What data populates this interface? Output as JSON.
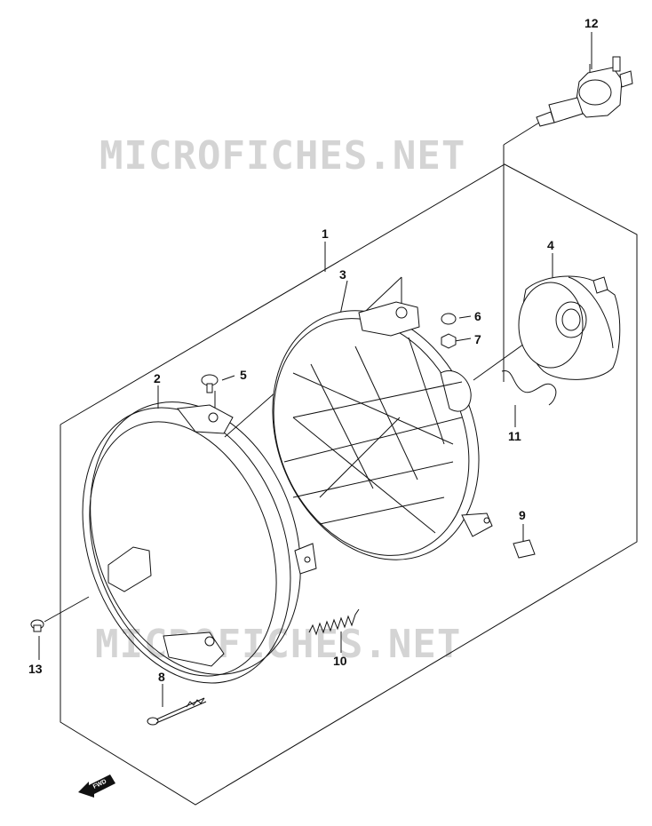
{
  "watermark": {
    "top": "MICROFICHES.NET",
    "bottom": "MICROFICHES.NET"
  },
  "fwd_label": "FWD",
  "callouts": [
    {
      "id": "callout-1",
      "label": "1"
    },
    {
      "id": "callout-2",
      "label": "2"
    },
    {
      "id": "callout-3",
      "label": "3"
    },
    {
      "id": "callout-4",
      "label": "4"
    },
    {
      "id": "callout-5",
      "label": "5"
    },
    {
      "id": "callout-6",
      "label": "6"
    },
    {
      "id": "callout-7",
      "label": "7"
    },
    {
      "id": "callout-8",
      "label": "8"
    },
    {
      "id": "callout-9",
      "label": "9"
    },
    {
      "id": "callout-10",
      "label": "10"
    },
    {
      "id": "callout-11",
      "label": "11"
    },
    {
      "id": "callout-12",
      "label": "12"
    },
    {
      "id": "callout-13",
      "label": "13"
    }
  ]
}
